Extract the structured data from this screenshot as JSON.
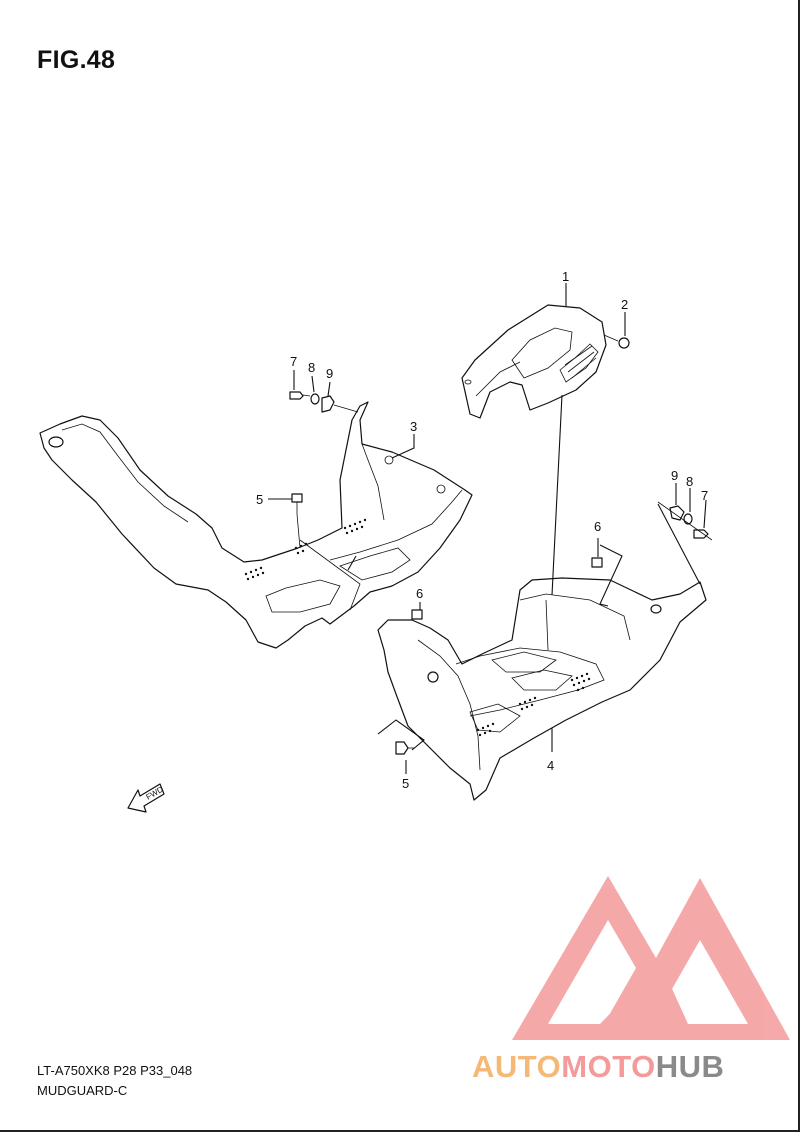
{
  "figure": {
    "title": "FIG.48",
    "model_code": "LT-A750XK8 P28 P33_048",
    "section_name": "MUDGUARD-C"
  },
  "callouts": [
    {
      "id": "c1",
      "label": "1"
    },
    {
      "id": "c2",
      "label": "2"
    },
    {
      "id": "c3",
      "label": "3"
    },
    {
      "id": "c4",
      "label": "4"
    },
    {
      "id": "c5a",
      "label": "5"
    },
    {
      "id": "c5b",
      "label": "5"
    },
    {
      "id": "c6a",
      "label": "6"
    },
    {
      "id": "c6b",
      "label": "6"
    },
    {
      "id": "c7a",
      "label": "7"
    },
    {
      "id": "c7b",
      "label": "7"
    },
    {
      "id": "c8a",
      "label": "8"
    },
    {
      "id": "c8b",
      "label": "8"
    },
    {
      "id": "c9a",
      "label": "9"
    },
    {
      "id": "c9b",
      "label": "9"
    }
  ],
  "direction_arrow": {
    "label": "FWD"
  },
  "watermark": {
    "part1": "AUTO",
    "part2": "MOTO",
    "part3": "HUB",
    "colors": {
      "auto": "#f5b977",
      "moto": "#f49a9a",
      "hub": "#8a8a8a",
      "logo": "#f49a9a"
    }
  }
}
